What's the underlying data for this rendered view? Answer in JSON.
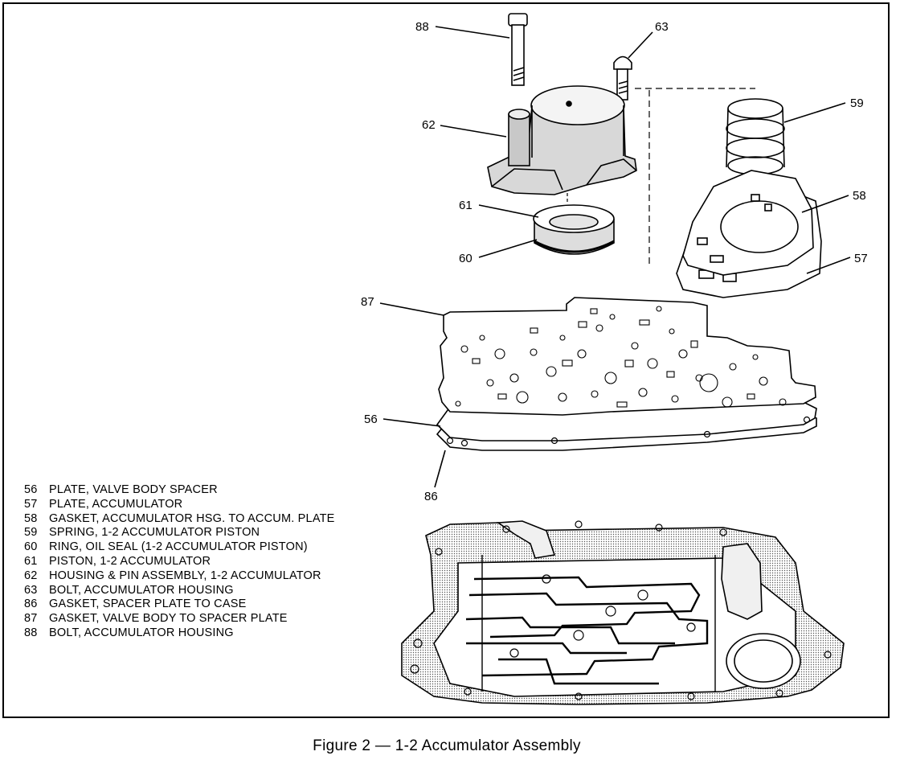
{
  "callouts": [
    {
      "id": "88",
      "label": "88"
    },
    {
      "id": "63",
      "label": "63"
    },
    {
      "id": "62",
      "label": "62"
    },
    {
      "id": "59",
      "label": "59"
    },
    {
      "id": "61",
      "label": "61"
    },
    {
      "id": "58",
      "label": "58"
    },
    {
      "id": "60",
      "label": "60"
    },
    {
      "id": "57",
      "label": "57"
    },
    {
      "id": "87",
      "label": "87"
    },
    {
      "id": "56",
      "label": "56"
    },
    {
      "id": "86",
      "label": "86"
    }
  ],
  "legend": [
    {
      "num": "56",
      "text": "PLATE, VALVE BODY SPACER"
    },
    {
      "num": "57",
      "text": "PLATE, ACCUMULATOR"
    },
    {
      "num": "58",
      "text": "GASKET, ACCUMULATOR HSG. TO ACCUM. PLATE"
    },
    {
      "num": "59",
      "text": "SPRING, 1-2 ACCUMULATOR PISTON"
    },
    {
      "num": "60",
      "text": "RING, OIL SEAL (1-2 ACCUMULATOR PISTON)"
    },
    {
      "num": "61",
      "text": "PISTON, 1-2 ACCUMULATOR"
    },
    {
      "num": "62",
      "text": "HOUSING & PIN ASSEMBLY, 1-2 ACCUMULATOR"
    },
    {
      "num": "63",
      "text": "BOLT, ACCUMULATOR HOUSING"
    },
    {
      "num": "86",
      "text": "GASKET, SPACER PLATE TO CASE"
    },
    {
      "num": "87",
      "text": "GASKET, VALVE BODY TO SPACER PLATE"
    },
    {
      "num": "88",
      "text": "BOLT, ACCUMULATOR HOUSING"
    }
  ],
  "caption": "Figure 2 — 1-2 Accumulator Assembly",
  "colors": {
    "ink": "#000000",
    "paper": "#ffffff",
    "shade": "#d8d8d8"
  }
}
